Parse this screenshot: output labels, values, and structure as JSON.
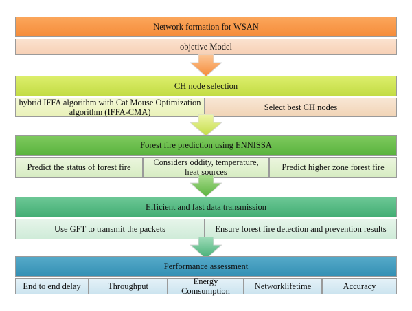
{
  "stage1": {
    "title": "Network formation for WSAN",
    "items": [
      "objetive Model"
    ]
  },
  "stage2": {
    "title": "CH node selection",
    "items": [
      "hybrid IFFA algorithm with Cat Mouse Optimization algorithm (IFFA-CMA)",
      "Select best CH nodes"
    ]
  },
  "stage3": {
    "title": "Forest fire prediction using ENNISSA",
    "items": [
      "Predict the status of forest fire",
      "Considers oddity, temperature, heat sources",
      "Predict higher zone forest fire"
    ]
  },
  "stage4": {
    "title": "Efficient and fast data transmission",
    "items": [
      "Use GFT to transmit the packets",
      "Ensure forest fire detection and prevention results"
    ]
  },
  "stage5": {
    "title": "Performance assessment",
    "items": [
      "End to end delay",
      "Throughput",
      "Energy Comsumption",
      "Networklifetime",
      "Accuracy"
    ]
  },
  "colors": {
    "stage1": "#f58c3a",
    "stage2": "#c3dc45",
    "stage3": "#5ab33e",
    "stage4": "#43ae74",
    "stage5": "#3490b4"
  }
}
